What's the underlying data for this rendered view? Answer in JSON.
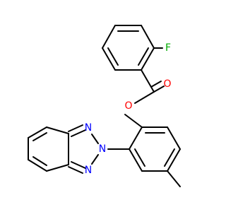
{
  "molecule": {
    "atoms": [
      {
        "id": "F",
        "symbol": "F",
        "color": "#00aa00"
      },
      {
        "id": "O1",
        "symbol": "O",
        "color": "#ff0000"
      },
      {
        "id": "O2",
        "symbol": "O",
        "color": "#ff0000"
      },
      {
        "id": "N1",
        "symbol": "N",
        "color": "#0000ff"
      },
      {
        "id": "N2",
        "symbol": "N",
        "color": "#0000ff"
      },
      {
        "id": "N3",
        "symbol": "N",
        "color": "#0000ff"
      }
    ],
    "colors": {
      "bond": "#000000",
      "background": "#ffffff"
    }
  }
}
